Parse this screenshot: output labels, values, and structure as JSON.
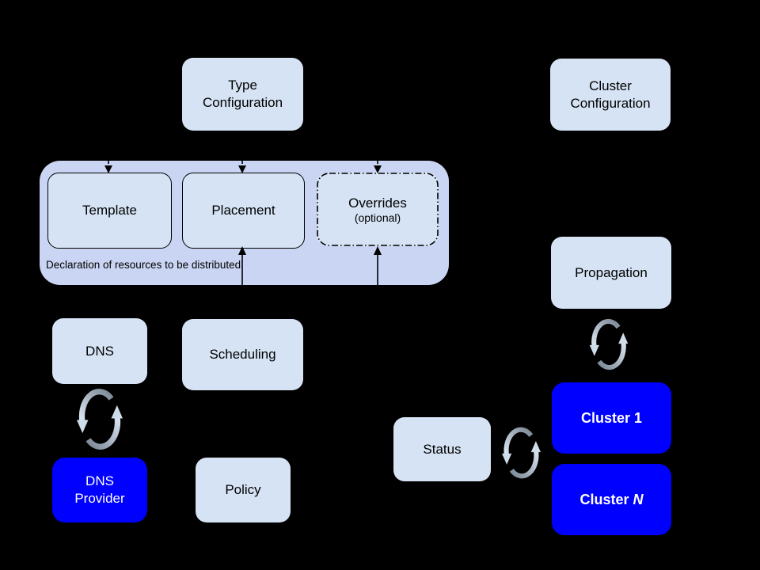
{
  "colors": {
    "background": "#000000",
    "box_fill": "#d5e3f4",
    "group_fill": "#c9d5f3",
    "accent_blue": "#0000fe",
    "text_dark": "#000000",
    "text_light": "#ffffff",
    "line_color": "#000000",
    "sync_icon_light": "#dbe6f1",
    "sync_icon_dark": "#7e8b98"
  },
  "icons": {
    "sync": {
      "name": "sync-icon",
      "shape": "two-circular-chasing-arrows"
    }
  },
  "nodes": {
    "type_config": {
      "line1": "Type",
      "line2": "Configuration"
    },
    "cluster_config": {
      "line1": "Cluster",
      "line2": "Configuration"
    },
    "template": {
      "label": "Template"
    },
    "placement": {
      "label": "Placement"
    },
    "overrides": {
      "label": "Overrides",
      "sublabel": "(optional)"
    },
    "dns": {
      "label": "DNS"
    },
    "scheduling": {
      "label": "Scheduling"
    },
    "dns_provider": {
      "line1": "DNS",
      "line2": "Provider"
    },
    "policy": {
      "label": "Policy"
    },
    "propagation": {
      "label": "Propagation"
    },
    "status": {
      "label": "Status"
    },
    "cluster_1": {
      "label": "Cluster 1"
    },
    "cluster_n": {
      "prefix": "Cluster",
      "suffix": "N"
    }
  },
  "group": {
    "caption": "Declaration of resources to be distributed"
  }
}
